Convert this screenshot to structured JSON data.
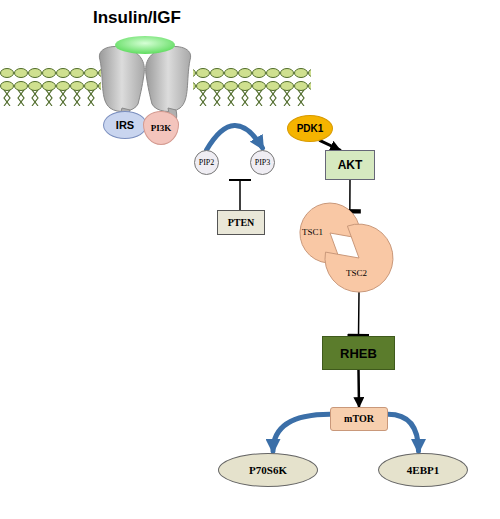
{
  "diagram": {
    "nodes": [
      {
        "text": [
          "IRS"
        ]
      },
      {
        "text": [
          "PI3K"
        ]
      },
      {
        "text": [
          "PIP2"
        ]
      },
      {
        "text": [
          "PIP3"
        ]
      },
      {
        "text": [
          "PTEN"
        ]
      },
      {
        "text": [
          "PDK1"
        ]
      },
      {
        "text": [
          "AKT"
        ]
      },
      {
        "text": [
          "TSC1"
        ]
      },
      {
        "text": [
          "TSC2"
        ]
      },
      {
        "text": [
          "RHEB"
        ]
      },
      {
        "text": [
          "mTOR"
        ]
      },
      {
        "text": [
          "P70S6K"
        ]
      },
      {
        "text": [
          "4EBP1"
        ]
      }
    ],
    "edges": [
      {
        "from": 2,
        "to": 3,
        "arrow": "to"
      },
      {
        "from": 5,
        "to": 6,
        "arrow": "to"
      },
      {
        "from": 6,
        "to": 7,
        "arrow": "to"
      },
      {
        "from": 8,
        "to": 9,
        "arrow": "to"
      },
      {
        "from": 9,
        "to": 10,
        "arrow": "to"
      },
      {
        "from": 10,
        "to": 11,
        "arrow": "to"
      },
      {
        "from": 10,
        "to": 12,
        "arrow": "to"
      }
    ],
    "labels": [
      "Insulin/IGF"
    ]
  }
}
